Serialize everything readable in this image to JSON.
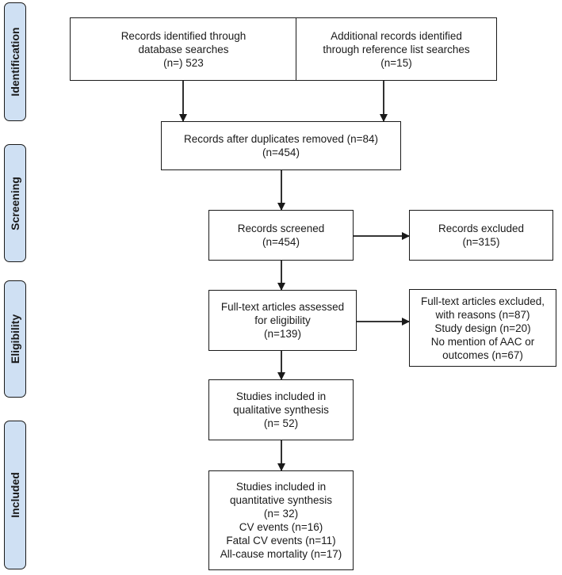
{
  "phases": {
    "identification": "Identification",
    "screening": "Screening",
    "eligibility": "Eligibility",
    "included": "Included"
  },
  "boxes": {
    "database_records": [
      "Records identified through",
      "database searches",
      "(n=) 523"
    ],
    "additional_records": [
      "Additional records identified",
      "through reference list searches",
      "(n=15)"
    ],
    "after_duplicates": [
      "Records after duplicates removed (n=84)",
      "(n=454)"
    ],
    "records_screened": [
      "Records screened",
      "(n=454)"
    ],
    "records_excluded": [
      "Records excluded",
      "(n=315)"
    ],
    "fulltext_assessed": [
      "Full-text articles assessed",
      "for eligibility",
      "(n=139)"
    ],
    "fulltext_excluded": [
      "Full-text articles excluded,",
      "with reasons (n=87)",
      "Study design (n=20)",
      "No mention of AAC or",
      "outcomes (n=67)"
    ],
    "qualitative": [
      "Studies included in",
      "qualitative synthesis",
      "(n= 52)"
    ],
    "quantitative": [
      "Studies included in",
      "quantitative synthesis",
      "(n= 32)",
      "CV events (n=16)",
      "Fatal CV events (n=11)",
      "All-cause mortality (n=17)"
    ]
  },
  "colors": {
    "phase_fill": "#cfe0f3",
    "border": "#1a1a1a"
  }
}
